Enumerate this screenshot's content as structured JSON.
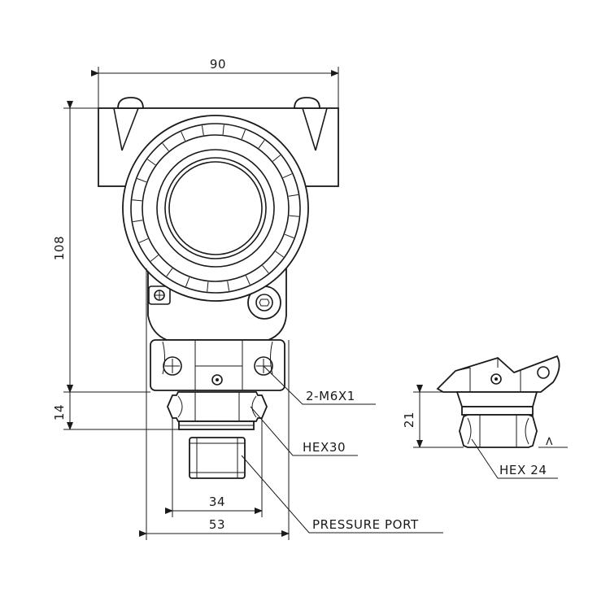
{
  "dimensions": {
    "width_total": "90",
    "height_total": "108",
    "fitting_height": "14",
    "port_width": "34",
    "base_width": "53",
    "side_fitting_height": "21"
  },
  "callouts": {
    "mount_holes": "2-M6X1",
    "hex_main": "HEX30",
    "pressure_port": "PRESSURE PORT",
    "hex_side": "HEX 24",
    "side_mark": ">"
  }
}
